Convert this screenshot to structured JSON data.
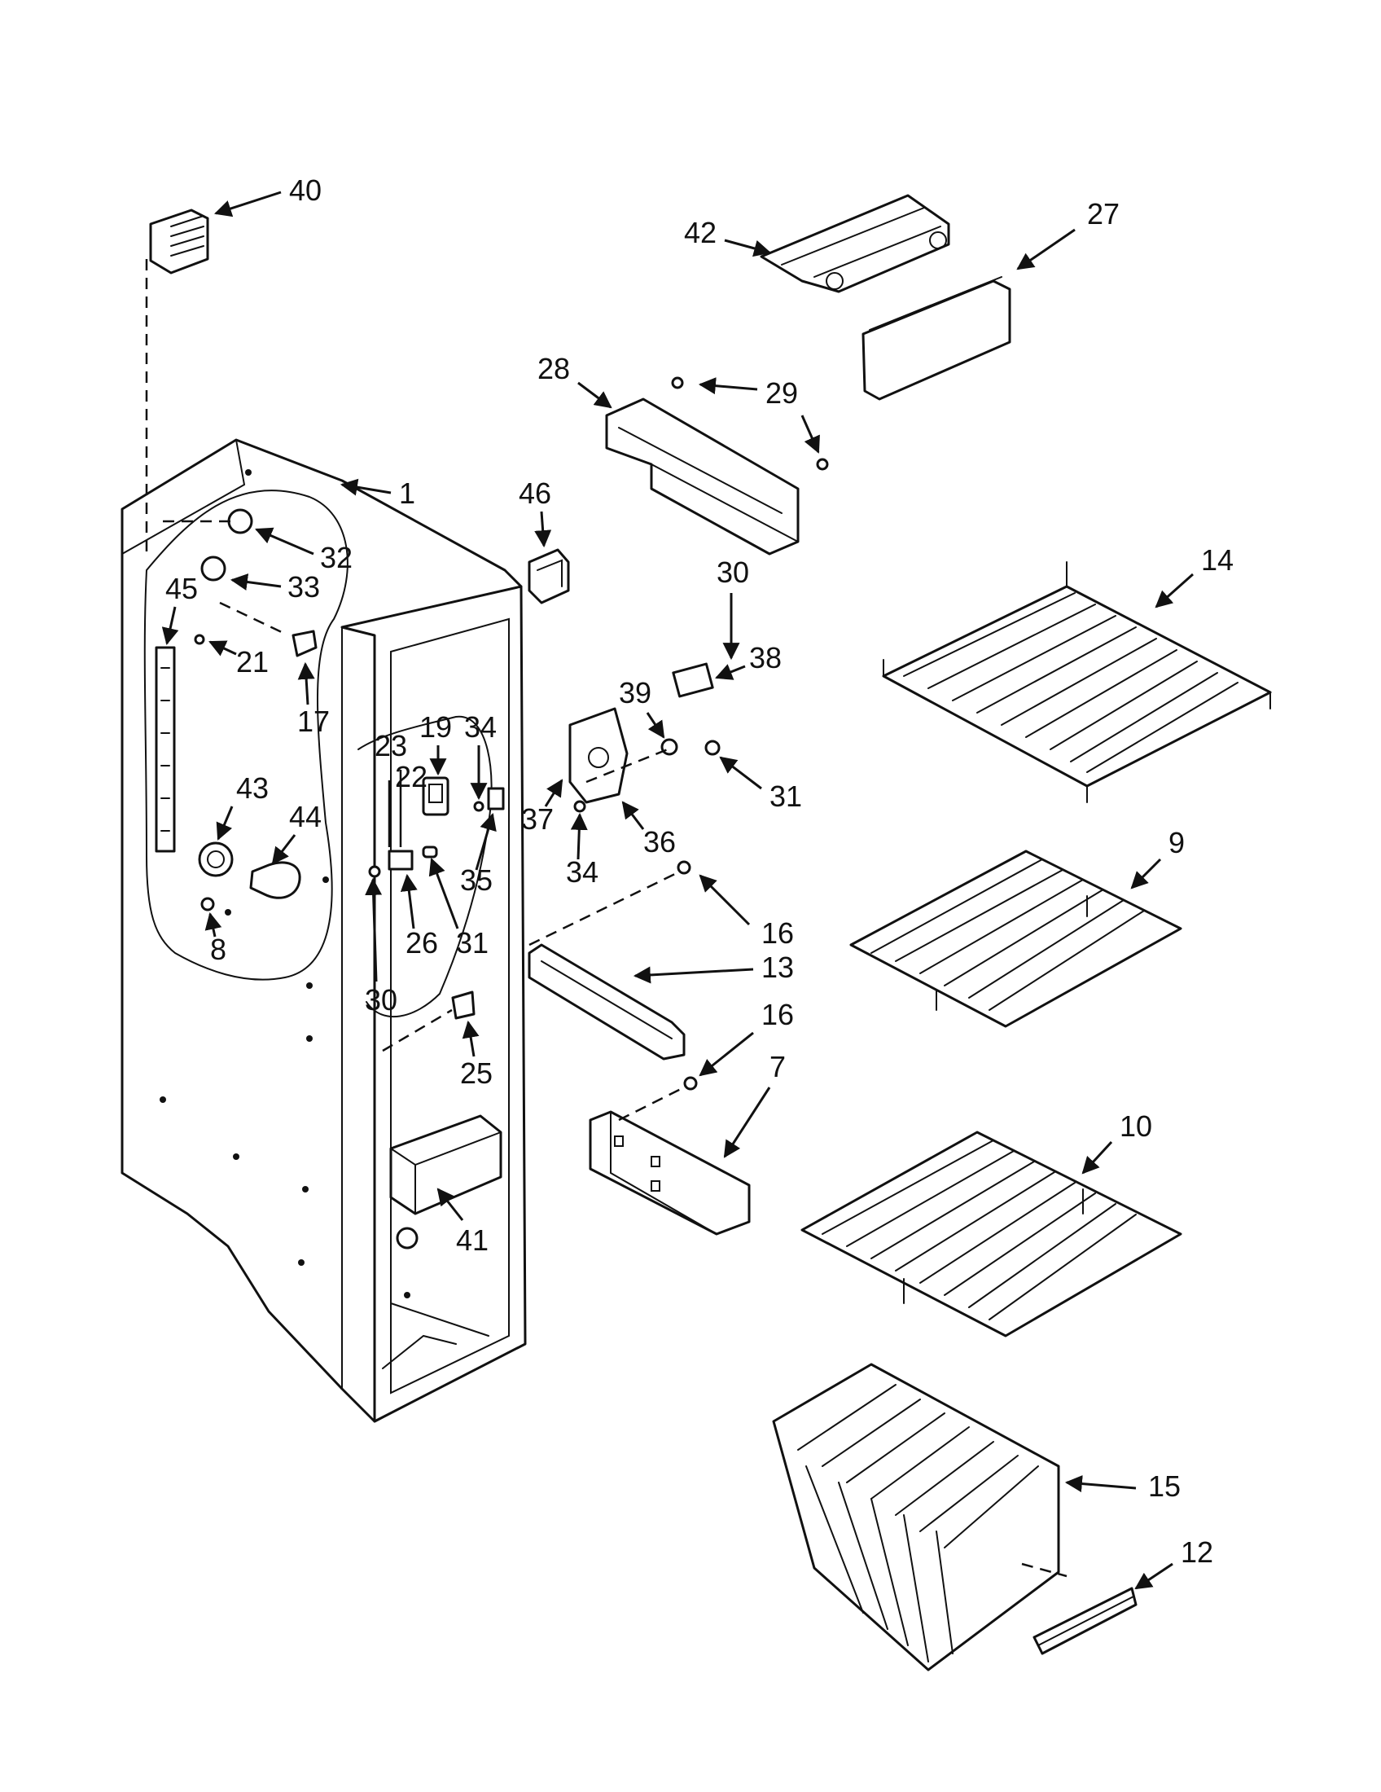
{
  "diagram": {
    "type": "exploded-parts-diagram",
    "ink_color": "#111111",
    "background": "#ffffff",
    "callouts": [
      "40",
      "42",
      "27",
      "28",
      "29",
      "1",
      "46",
      "32",
      "33",
      "45",
      "21",
      "17",
      "14",
      "30",
      "38",
      "39",
      "19",
      "34",
      "23",
      "22",
      "31",
      "37",
      "36",
      "43",
      "44",
      "9",
      "16",
      "35",
      "13",
      "8",
      "26",
      "30",
      "16",
      "7",
      "25",
      "10",
      "41",
      "15",
      "12"
    ]
  }
}
